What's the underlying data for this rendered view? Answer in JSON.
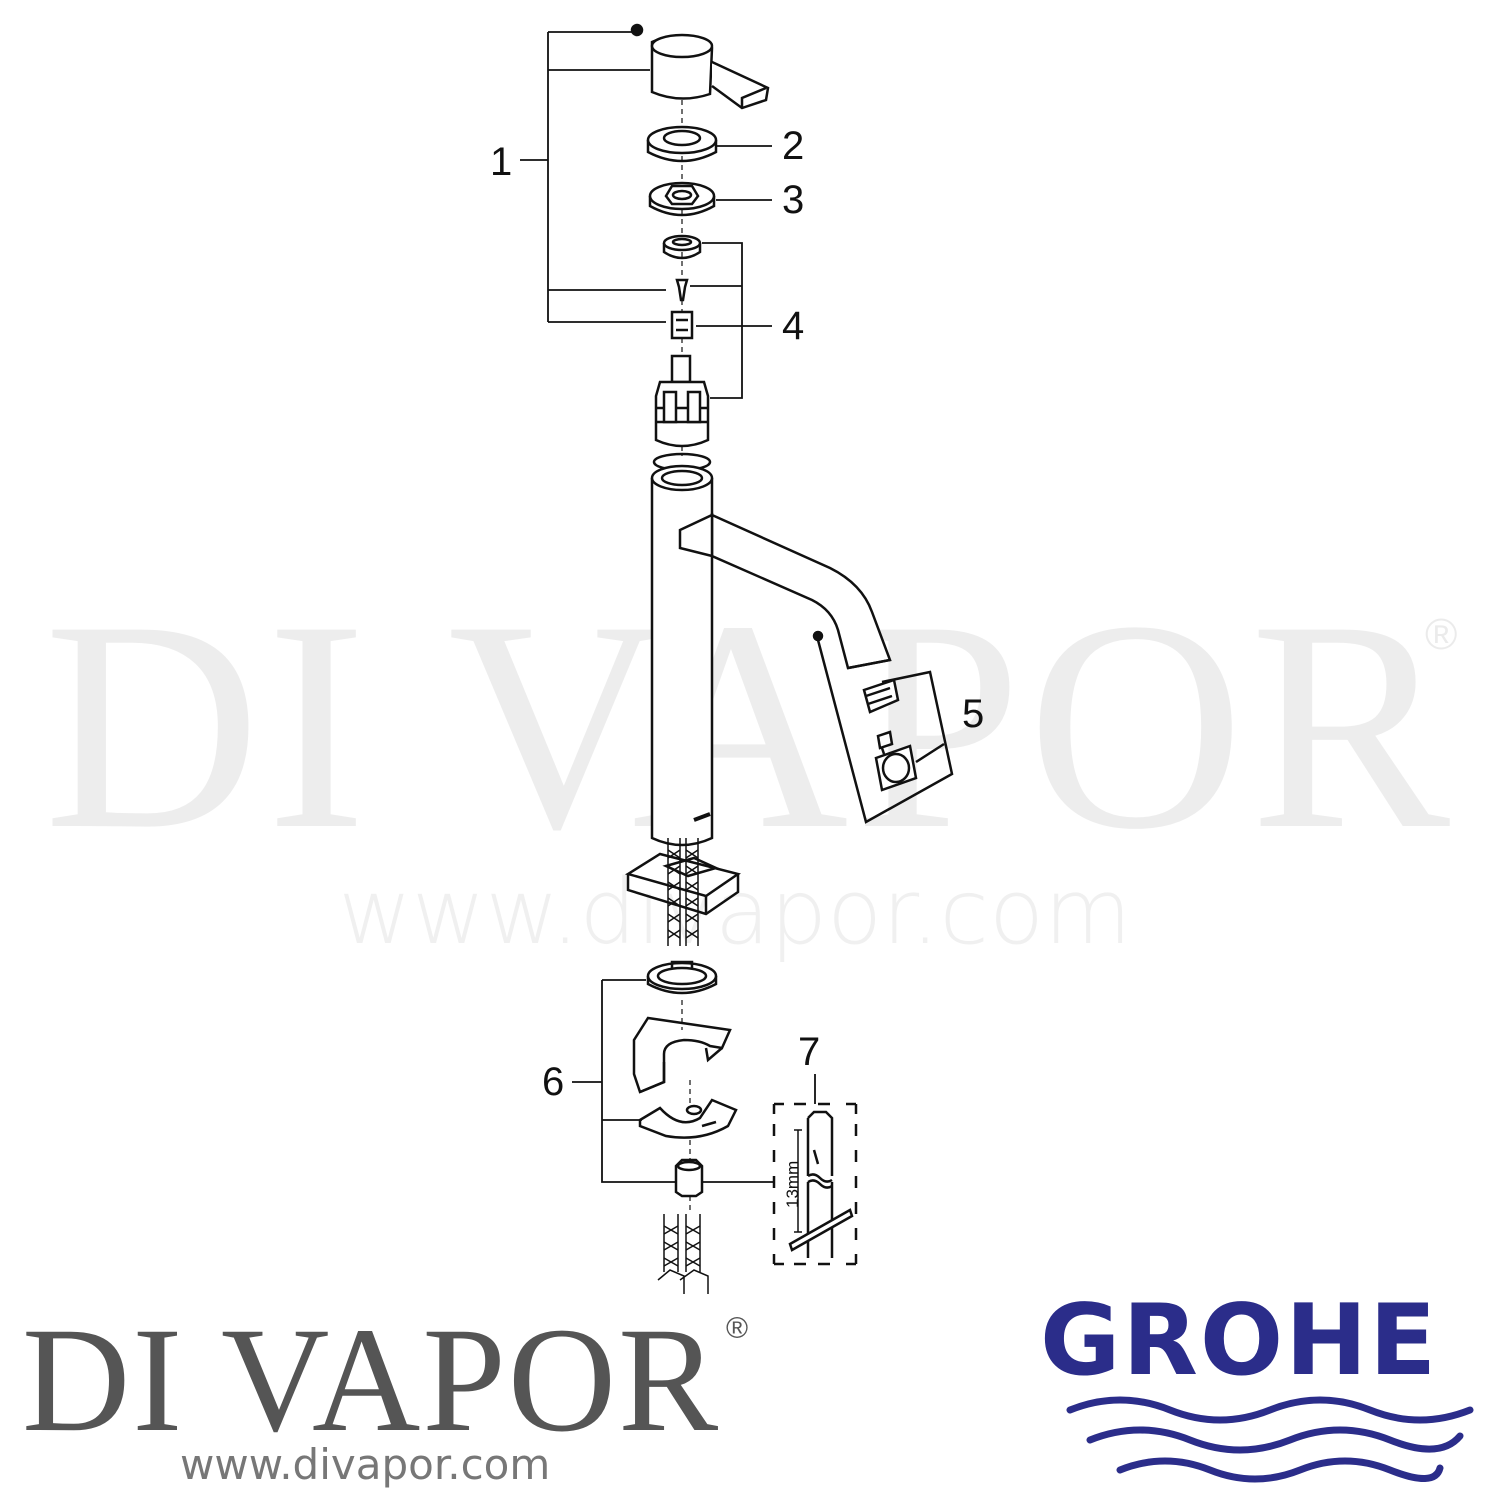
{
  "watermark": {
    "main": "DI VAPOR",
    "registered": "®",
    "url": "www.divapor.com"
  },
  "callouts": [
    "1",
    "2",
    "3",
    "4",
    "5",
    "6",
    "7"
  ],
  "tool": {
    "size_label": "13mm"
  },
  "branding": {
    "divapor_name": "DI VAPOR",
    "divapor_registered": "®",
    "divapor_url": "www.divapor.com",
    "grohe_name": "GROHE",
    "grohe_color": "#2b2d8a",
    "divapor_color": "#555555"
  }
}
